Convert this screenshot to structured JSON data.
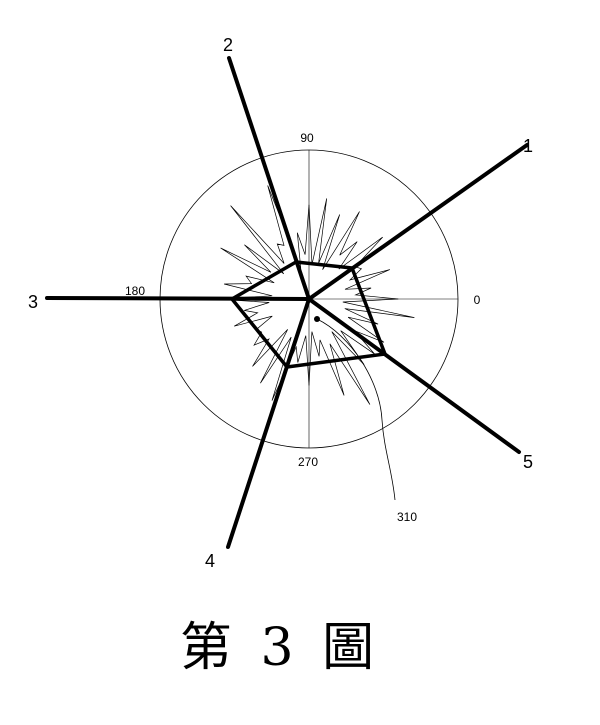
{
  "figure": {
    "caption": "第 3 圖",
    "angle_labels": {
      "deg0": "0",
      "deg90": "90",
      "deg180": "180",
      "deg270": "270"
    },
    "axis_labels": [
      "1",
      "2",
      "3",
      "4",
      "5"
    ],
    "reference_label": "310"
  }
}
